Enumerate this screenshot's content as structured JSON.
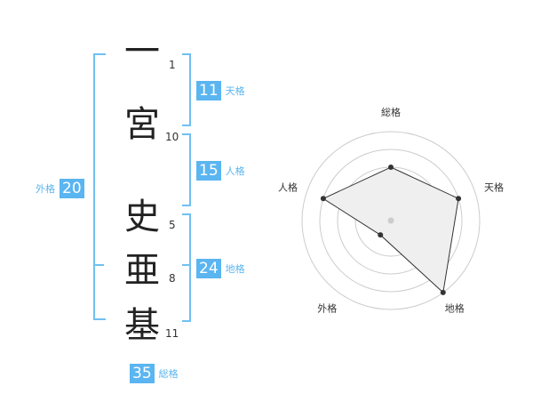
{
  "name": {
    "chars": [
      {
        "char": "一",
        "strokes": "1"
      },
      {
        "char": "宮",
        "strokes": "10"
      },
      {
        "char": "史",
        "strokes": "5"
      },
      {
        "char": "亜",
        "strokes": "8"
      },
      {
        "char": "基",
        "strokes": "11"
      }
    ]
  },
  "fortunes": {
    "tenkaku": {
      "label": "天格",
      "value": "11"
    },
    "jinkaku": {
      "label": "人格",
      "value": "15"
    },
    "chikaku": {
      "label": "地格",
      "value": "24"
    },
    "gaikaku": {
      "label": "外格",
      "value": "20"
    },
    "soukaku": {
      "label": "総格",
      "value": "35"
    }
  },
  "colors": {
    "accent": "#5ab5f0",
    "bracket": "#6fc0f2",
    "radar_fill": "#efefef",
    "ring": "#cccccc"
  },
  "chart_data": {
    "type": "radar",
    "axes": [
      "総格",
      "天格",
      "地格",
      "外格",
      "人格"
    ],
    "scale_levels": 5,
    "values": [
      3,
      4,
      5,
      1,
      4
    ],
    "max": 5
  }
}
